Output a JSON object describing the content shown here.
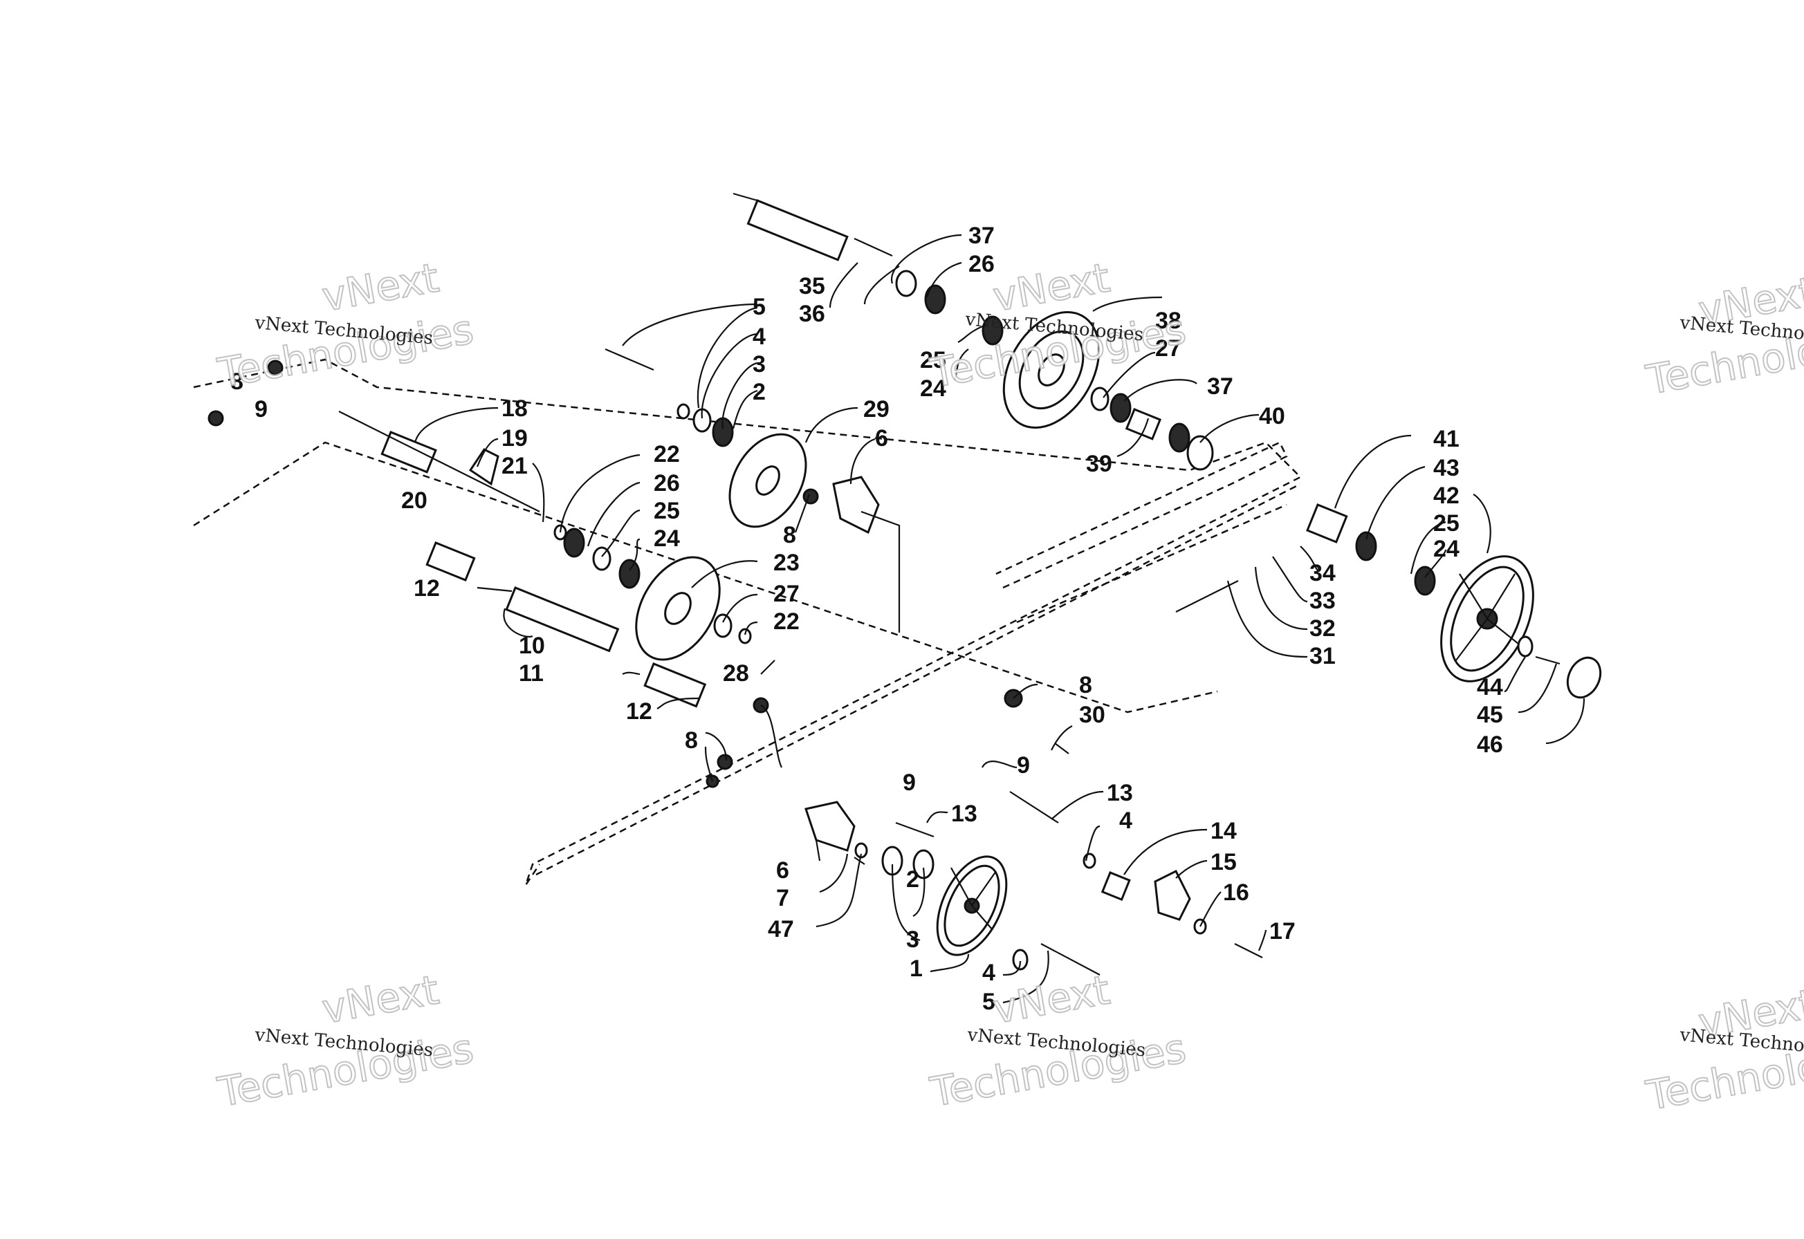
{
  "watermark": {
    "small_text": "vNext Technologies",
    "big_line1": "vNext",
    "big_line2": "Technologies"
  },
  "labels": {
    "l1": "1",
    "l2": "2",
    "l3": "3",
    "l4": "4",
    "l5": "5",
    "l6": "6",
    "l7": "7",
    "l8": "8",
    "l9": "9",
    "l10": "10",
    "l11": "11",
    "l12": "12",
    "l13": "13",
    "l14": "14",
    "l15": "15",
    "l16": "16",
    "l17": "17",
    "l18": "18",
    "l19": "19",
    "l20": "20",
    "l21": "21",
    "l22": "22",
    "l23": "23",
    "l24": "24",
    "l25": "25",
    "l26": "26",
    "l27": "27",
    "l28": "28",
    "l29": "29",
    "l30": "30",
    "l31": "31",
    "l32": "32",
    "l33": "33",
    "l34": "34",
    "l35": "35",
    "l36": "36",
    "l37": "37",
    "l38": "38",
    "l39": "39",
    "l40": "40",
    "l41": "41",
    "l42": "42",
    "l43": "43",
    "l44": "44",
    "l45": "45",
    "l46": "46",
    "l47": "47"
  },
  "colors": {
    "ink": "#111111",
    "paper": "#ffffff",
    "watermark": "#bdbdbd"
  }
}
